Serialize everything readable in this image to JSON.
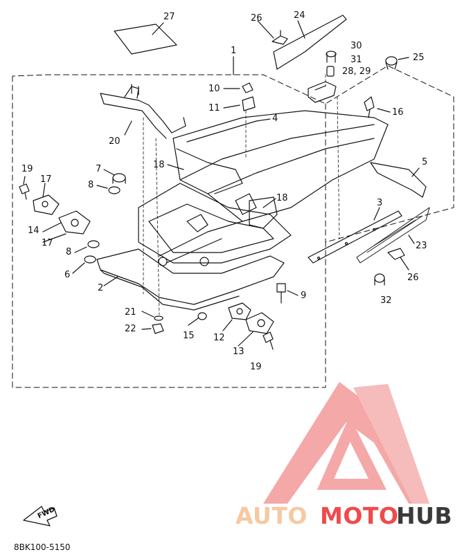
{
  "document_code": "8BK100-5150",
  "fwd_label": "FWD",
  "watermark": {
    "part1": "AUTO",
    "part2": "MOTO",
    "part3": "HUB",
    "color_light": "#f6c9a2",
    "color_red": "#ef4b4b",
    "color_dark": "#3a3a3a"
  },
  "callouts": {
    "c1": "1",
    "c2": "2",
    "c3": "3",
    "c4": "4",
    "c5": "5",
    "c6": "6",
    "c7": "7",
    "c8a": "8",
    "c8b": "8",
    "c9": "9",
    "c10": "10",
    "c11": "11",
    "c12": "12",
    "c13": "13",
    "c14": "14",
    "c15": "15",
    "c16": "16",
    "c17a": "17",
    "c17b": "17",
    "c18a": "18",
    "c18b": "18",
    "c19a": "19",
    "c19b": "19",
    "c20": "20",
    "c21": "21",
    "c22": "22",
    "c23": "23",
    "c24": "24",
    "c25": "25",
    "c26a": "26",
    "c26b": "26",
    "c27": "27",
    "c28_29": "28, 29",
    "c30": "30",
    "c31": "31",
    "c32": "32"
  }
}
